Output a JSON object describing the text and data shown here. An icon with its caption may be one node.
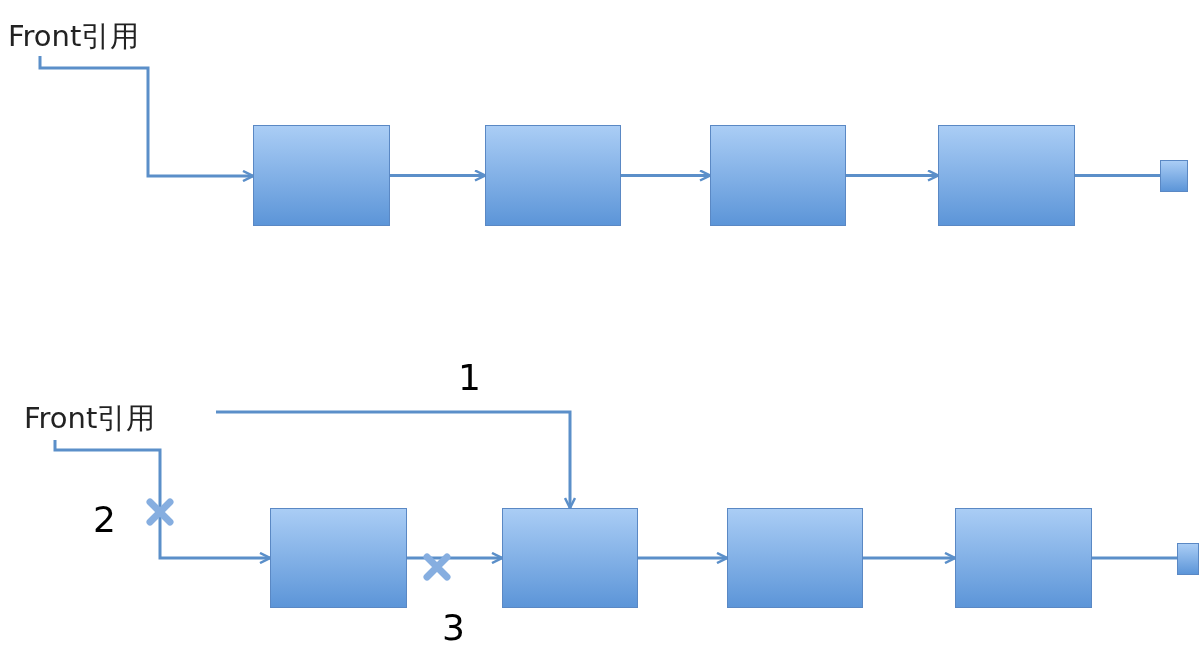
{
  "diagram": {
    "nodes": [
      {
        "text": [
          "Front引用"
        ]
      },
      {
        "text": [],
        "shape": "box"
      },
      {
        "text": [],
        "shape": "box"
      },
      {
        "text": [],
        "shape": "box"
      },
      {
        "text": [],
        "shape": "box"
      },
      {
        "text": [],
        "shape": "box"
      },
      {
        "text": [
          "Front引用"
        ]
      },
      {
        "text": [],
        "shape": "box"
      },
      {
        "text": [],
        "shape": "box"
      },
      {
        "text": [],
        "shape": "box"
      },
      {
        "text": [],
        "shape": "box"
      },
      {
        "text": [],
        "shape": "box"
      }
    ],
    "edges": [
      {
        "from": 0,
        "to": 1,
        "arrow": "to"
      },
      {
        "from": 1,
        "to": 2,
        "arrow": "to"
      },
      {
        "from": 2,
        "to": 3,
        "arrow": "to"
      },
      {
        "from": 3,
        "to": 4,
        "arrow": "to"
      },
      {
        "from": 4,
        "to": 5,
        "arrow": "none"
      },
      {
        "from": 6,
        "to": 7,
        "arrow": "to"
      },
      {
        "from": 6,
        "to": 8,
        "arrow": "to"
      },
      {
        "from": 7,
        "to": 8,
        "arrow": "to"
      },
      {
        "from": 8,
        "to": 9,
        "arrow": "to"
      },
      {
        "from": 9,
        "to": 10,
        "arrow": "to"
      },
      {
        "from": 10,
        "to": 11,
        "arrow": "none"
      }
    ],
    "labels": [
      "1",
      "2",
      "3"
    ]
  }
}
